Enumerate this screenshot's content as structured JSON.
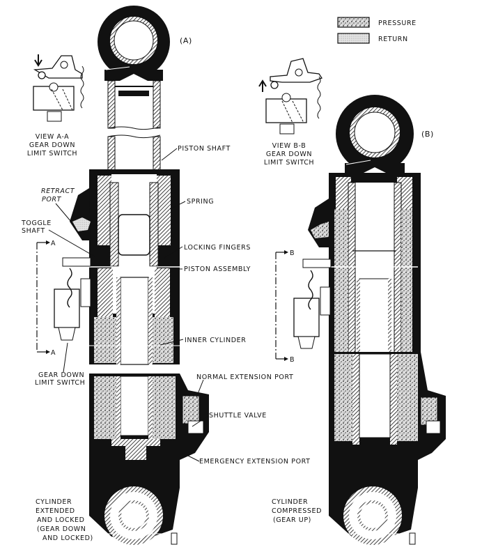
{
  "legend": [
    {
      "key": "pressure",
      "label": "PRESSURE"
    },
    {
      "key": "return",
      "label": "RETURN"
    }
  ],
  "views": {
    "a": {
      "tag": "(A)",
      "inset_title": [
        "VIEW A-A",
        "GEAR DOWN",
        "LIMIT SWITCH"
      ],
      "section_marker": "A",
      "caption": [
        "CYLINDER",
        "EXTENDED",
        "AND LOCKED",
        "(GEAR DOWN",
        "AND LOCKED)"
      ]
    },
    "b": {
      "tag": "(B)",
      "inset_title": [
        "VIEW B-B",
        "GEAR DOWN",
        "LIMIT SWITCH"
      ],
      "section_marker": "B",
      "caption": [
        "CYLINDER",
        "COMPRESSED",
        "(GEAR UP)"
      ]
    }
  },
  "callouts": {
    "piston_shaft": "PISTON SHAFT",
    "spring": "SPRING",
    "locking_fingers": "LOCKING FINGERS",
    "piston_assembly": "PISTON ASSEMBLY",
    "inner_cylinder": "INNER CYLINDER",
    "normal_extension_port": "NORMAL EXTENSION PORT",
    "shuttle_valve": "SHUTTLE VALVE",
    "emergency_extension_port": "EMERGENCY EXTENSION PORT",
    "retract_port": [
      "RETRACT",
      "PORT"
    ],
    "toggle_shaft": [
      "TOGGLE",
      "SHAFT"
    ],
    "gear_down_limit_switch": [
      "GEAR DOWN",
      "LIMIT SWITCH"
    ]
  }
}
